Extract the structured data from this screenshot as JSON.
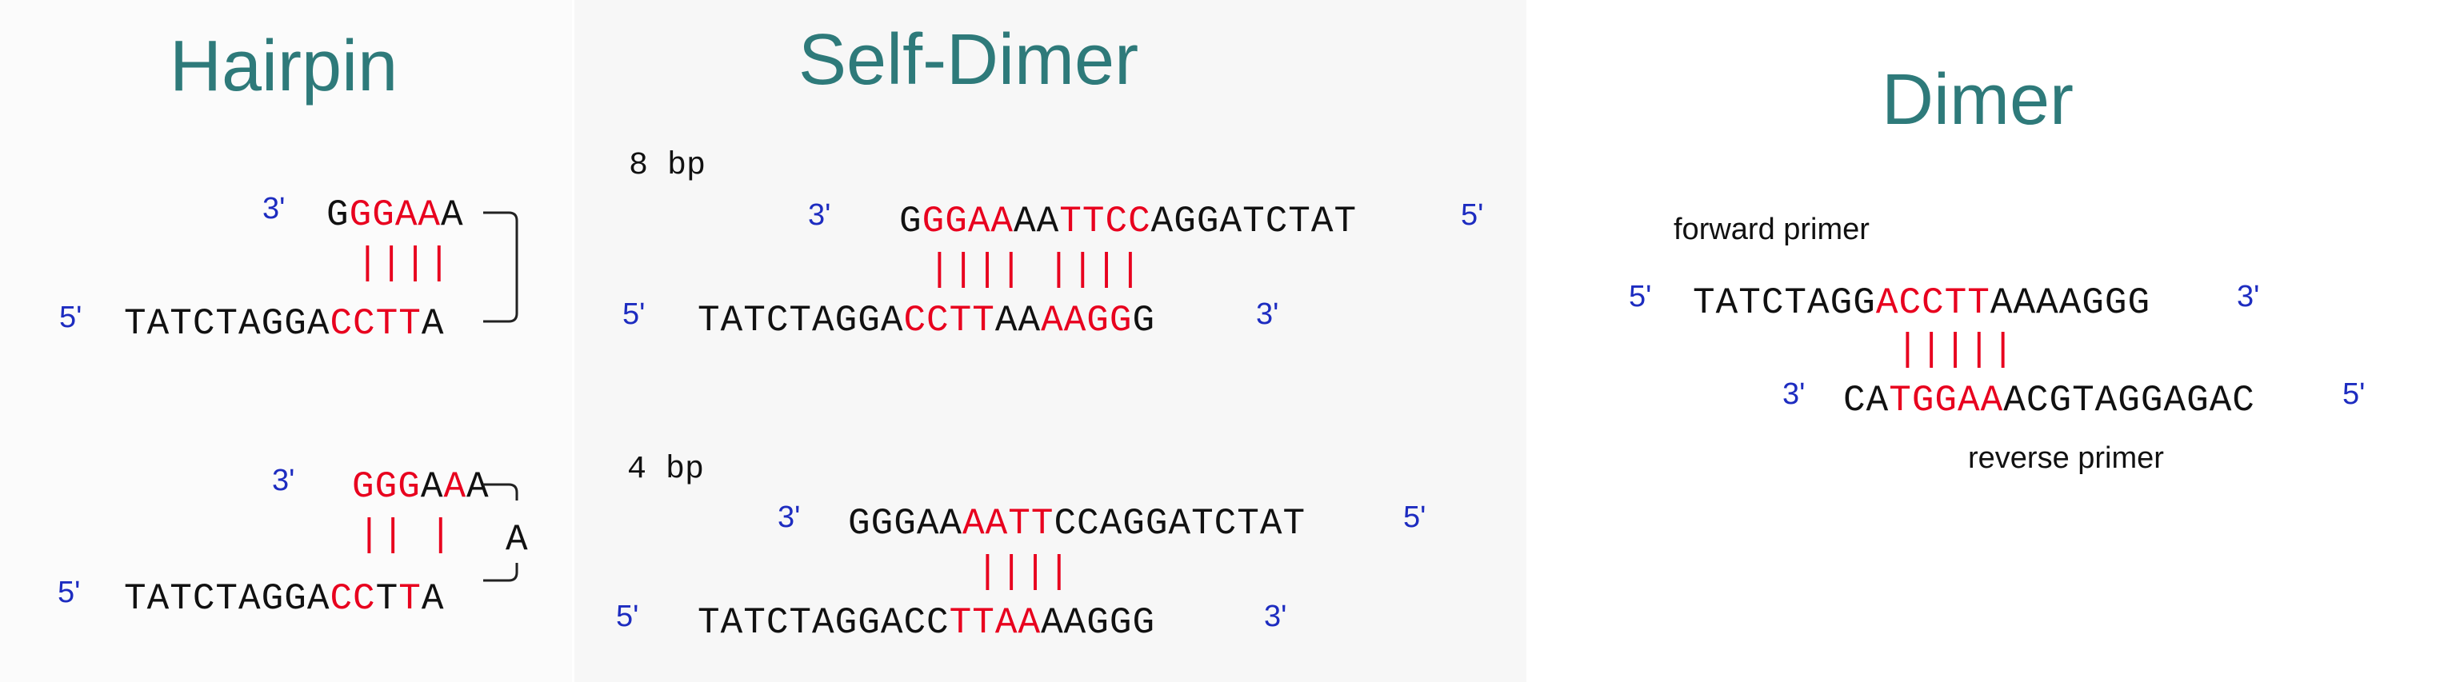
{
  "hairpin": {
    "title": "Hairpin",
    "a": {
      "top": {
        "prime": "3'",
        "seq": [
          "G",
          "GGAA",
          "A"
        ]
      },
      "bars": "||||",
      "bottom": {
        "prime": "5'",
        "seq": [
          "TATCTAGGA",
          "CCTT",
          "A"
        ]
      }
    },
    "b": {
      "top": {
        "prime": "3'",
        "seq": [
          "G",
          "GG",
          "A",
          "A",
          "A"
        ]
      },
      "bars": "||  |",
      "loop": "A",
      "bottom": {
        "prime": "5'",
        "seq": [
          "TATCTAGGA",
          "CC",
          "T",
          "T",
          "A"
        ]
      }
    }
  },
  "self_dimer": {
    "title": "Self-Dimer",
    "a": {
      "bp": "8 bp",
      "top": {
        "prime3": "3'",
        "seq": [
          "G",
          "GGAA",
          "AA",
          "TTCC",
          "AGGATCTAT"
        ],
        "prime5": "5'"
      },
      "bars": "||||  ||||",
      "bottom": {
        "prime5": "5'",
        "seq": [
          "TATCTAGGA",
          "CCTT",
          "AA",
          "AAGG",
          "G"
        ],
        "prime3": "3'"
      }
    },
    "b": {
      "bp": "4 bp",
      "top": {
        "prime3": "3'",
        "seq": [
          "GGGAA",
          "AATT",
          "CCAGGATCTAT"
        ],
        "prime5": "5'"
      },
      "bars": "||||",
      "bottom": {
        "prime5": "5'",
        "seq": [
          "TATCTAGGACC",
          "TTAA",
          "AAGGG"
        ],
        "prime3": "3'"
      }
    }
  },
  "dimer": {
    "title": "Dimer",
    "forward_label": "forward  primer",
    "forward": {
      "prime5": "5'",
      "seq": [
        "TATCTAGG",
        "ACCTT",
        "AAAAGGG"
      ],
      "prime3": "3'"
    },
    "bars": "|||||",
    "reverse": {
      "prime3": "3'",
      "seq": [
        "CA",
        "TGGAA",
        "ACGTAGGAGAC"
      ],
      "prime5": "5'"
    },
    "reverse_label": "reverse  primer"
  },
  "colors": {
    "match": "#e8001e",
    "prime": "#1d2cc0",
    "title": "#2e7a7a",
    "base": "#111111"
  }
}
